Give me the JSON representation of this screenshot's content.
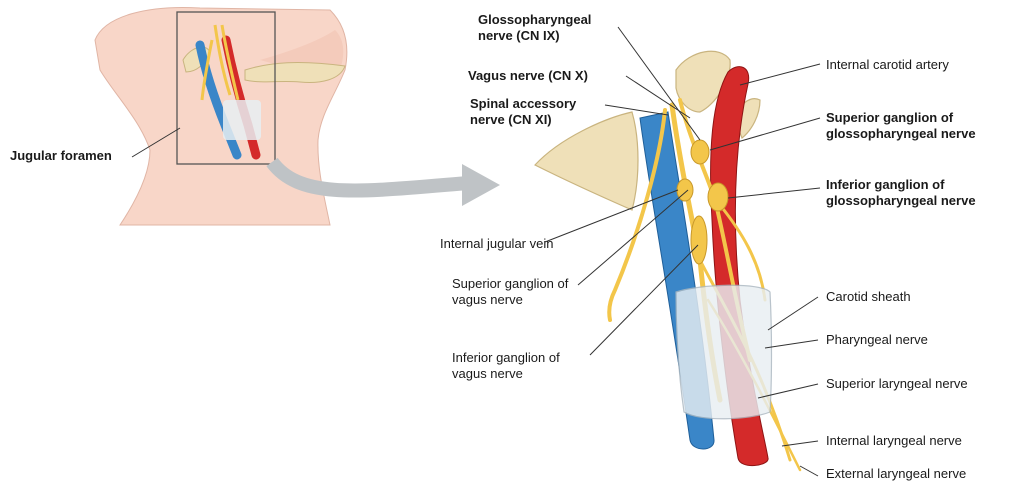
{
  "labels": {
    "jugular_foramen": "Jugular foramen",
    "glossopharyngeal": "Glossopharyngeal\nnerve (CN IX)",
    "vagus": "Vagus nerve (CN X)",
    "spinal_accessory": "Spinal accessory\nnerve (CN XI)",
    "internal_carotid_artery": "Internal carotid artery",
    "superior_ganglion_glosso": "Superior ganglion of\nglossopharyngeal nerve",
    "inferior_ganglion_glosso": "Inferior ganglion of\nglossopharyngeal nerve",
    "internal_jugular_vein": "Internal jugular vein",
    "superior_ganglion_vagus": "Superior ganglion of\nvagus nerve",
    "inferior_ganglion_vagus": "Inferior ganglion of\nvagus nerve",
    "carotid_sheath": "Carotid sheath",
    "pharyngeal_nerve": "Pharyngeal nerve",
    "superior_laryngeal_nerve": "Superior laryngeal nerve",
    "internal_laryngeal_nerve": "Internal laryngeal nerve",
    "external_laryngeal_nerve": "External laryngeal nerve"
  },
  "colors": {
    "artery": "#d42a2a",
    "vein": "#3a86c8",
    "nerve": "#f3c64a",
    "bone": "#efe0b8",
    "skin": "#f8d6c8",
    "sheath": "#e8eef2",
    "arrow": "#bfc3c6"
  }
}
